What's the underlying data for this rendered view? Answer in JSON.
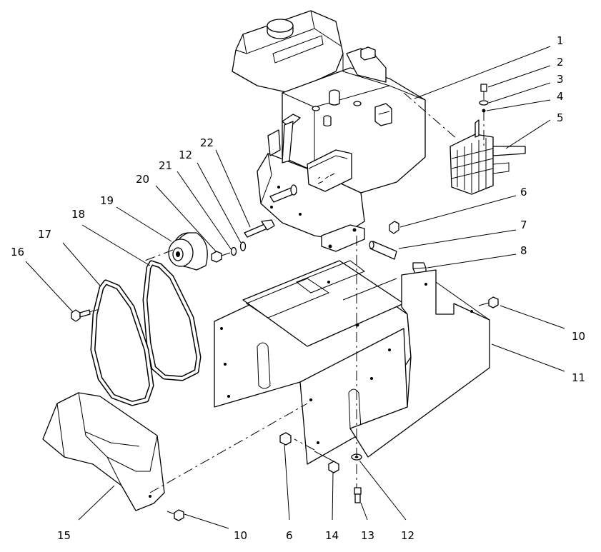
{
  "callouts": {
    "c1": "1",
    "c2": "2",
    "c3": "3",
    "c4": "4",
    "c5": "5",
    "c6a": "6",
    "c7": "7",
    "c8": "8",
    "c10a": "10",
    "c11": "11",
    "c22": "22",
    "c12a": "12",
    "c21": "21",
    "c20": "20",
    "c19": "19",
    "c18": "18",
    "c17": "17",
    "c16": "16",
    "c15": "15",
    "c10b": "10",
    "c6b": "6",
    "c14": "14",
    "c13": "13",
    "c12b": "12"
  },
  "colors": {
    "line": "#000000",
    "background": "#ffffff"
  }
}
